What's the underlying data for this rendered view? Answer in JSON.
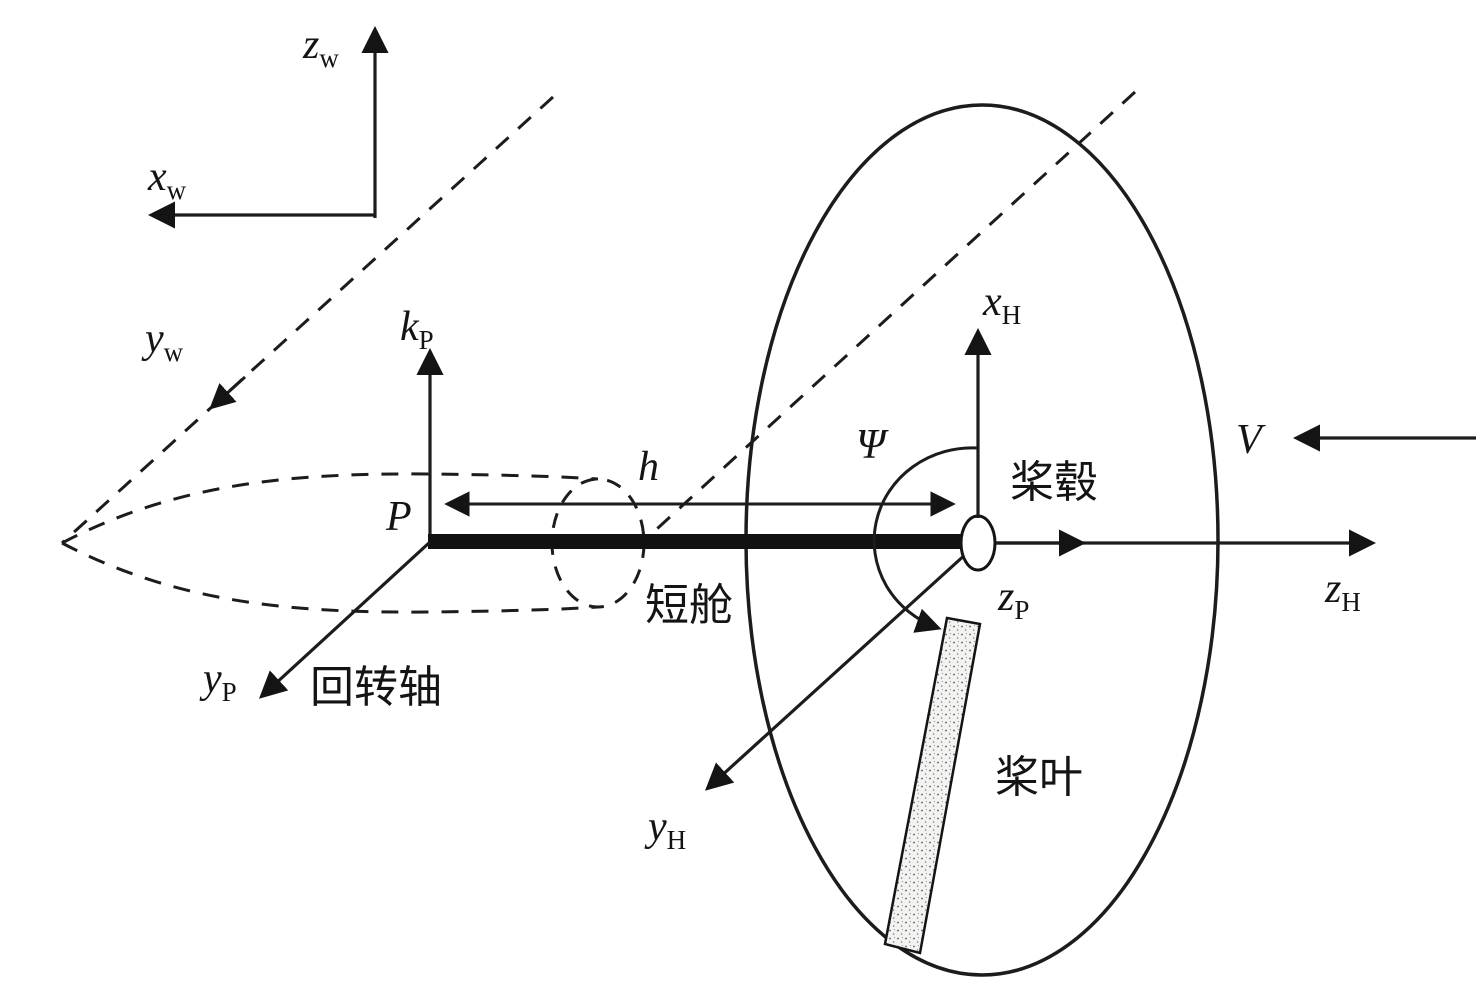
{
  "figure": {
    "background": "#ffffff",
    "stroke_color": "#1c1c1c",
    "description_labels_present": true
  },
  "labels": {
    "z_w": {
      "main": "z",
      "sub": "w"
    },
    "x_w": {
      "main": "x",
      "sub": "w"
    },
    "y_w": {
      "main": "y",
      "sub": "w"
    },
    "k_P": {
      "main": "k",
      "sub": "P"
    },
    "y_P": {
      "main": "y",
      "sub": "P"
    },
    "P": {
      "main": "P",
      "sub": ""
    },
    "h": {
      "main": "h",
      "sub": ""
    },
    "psi": {
      "main": "Ψ",
      "sub": ""
    },
    "x_H": {
      "main": "x",
      "sub": "H"
    },
    "y_H": {
      "main": "y",
      "sub": "H"
    },
    "z_H": {
      "main": "z",
      "sub": "H"
    },
    "z_P": {
      "main": "z",
      "sub": "P"
    },
    "V": {
      "main": "V",
      "sub": ""
    }
  },
  "annotations": {
    "rotation_axis": "回转轴",
    "nacelle": "短舱",
    "hub": "桨毂",
    "blade": "桨叶"
  }
}
